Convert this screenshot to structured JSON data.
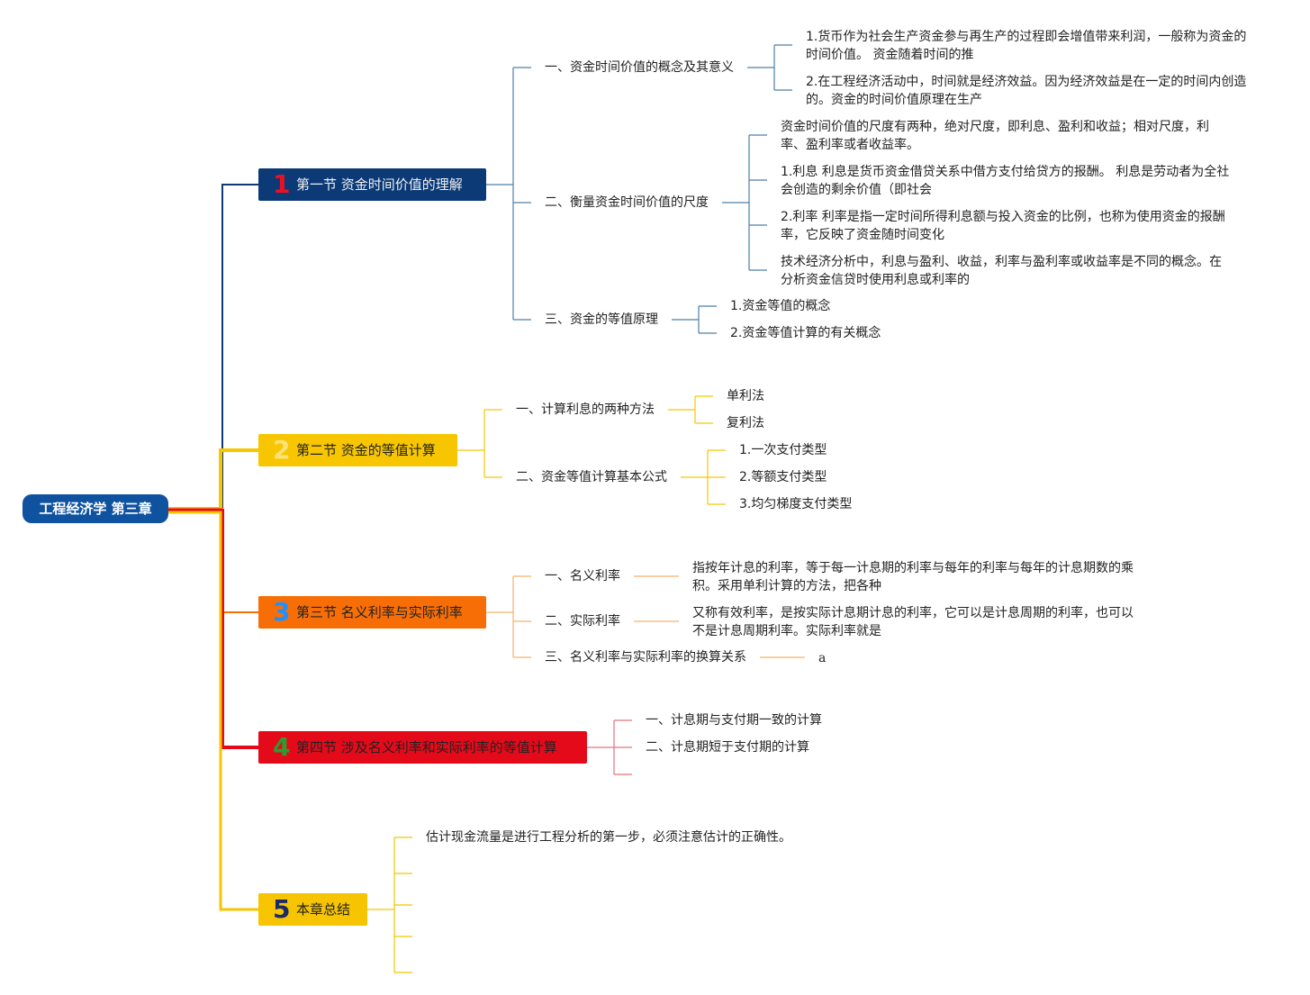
{
  "root": {
    "label": "工程经济学 第三章"
  },
  "colors": {
    "root": "#0e52a0",
    "s1": "#0b3a77",
    "s2": "#f7c600",
    "s3": "#f86e06",
    "s4": "#e50a1a",
    "s5": "#f6c400",
    "num1": "#e81123",
    "num2": "#fbe278",
    "num3": "#1e90ff",
    "num4": "#2e9a30",
    "num5": "#1b2a6b"
  },
  "sections": [
    {
      "num": "1",
      "label": "第一节 资金时间价值的理解",
      "children": [
        {
          "label": "一、资金时间价值的概念及其意义",
          "children": [
            "1.货币作为社会生产资金参与再生产的过程即会增值带来利润，一般称为资金的时间价值。 资金随着时间的推",
            "2.在工程经济活动中，时间就是经济效益。因为经济效益是在一定的时间内创造的。资金的时间价值原理在生产"
          ]
        },
        {
          "label": "二、衡量资金时间价值的尺度",
          "children": [
            "资金时间价值的尺度有两种，绝对尺度，即利息、盈利和收益；相对尺度，利率、盈利率或者收益率。",
            "1.利息 利息是货币资金借贷关系中借方支付给贷方的报酬。 利息是劳动者为全社会创造的剩余价值（即社会",
            "2.利率 利率是指一定时间所得利息额与投入资金的比例，也称为使用资金的报酬率，它反映了资金随时间变化",
            "技术经济分析中，利息与盈利、收益，利率与盈利率或收益率是不同的概念。在分析资金信贷时使用利息或利率的"
          ]
        },
        {
          "label": "三、资金的等值原理",
          "children": [
            "1.资金等值的概念",
            "2.资金等值计算的有关概念"
          ]
        }
      ]
    },
    {
      "num": "2",
      "label": "第二节 资金的等值计算",
      "children": [
        {
          "label": "一、计算利息的两种方法",
          "children": [
            "单利法",
            "复利法"
          ]
        },
        {
          "label": "二、资金等值计算基本公式",
          "children": [
            "1.一次支付类型",
            "2.等额支付类型",
            "3.均匀梯度支付类型"
          ]
        }
      ]
    },
    {
      "num": "3",
      "label": "第三节 名义利率与实际利率",
      "children": [
        {
          "label": "一、名义利率",
          "children": [
            "指按年计息的利率，等于每一计息期的利率与每年的利率与每年的计息期数的乘积。采用单利计算的方法，把各种"
          ]
        },
        {
          "label": "二、实际利率",
          "children": [
            "又称有效利率，是按实际计息期计息的利率，它可以是计息周期的利率，也可以不是计息周期利率。实际利率就是"
          ]
        },
        {
          "label": "三、名义利率与实际利率的换算关系",
          "children": [
            "a"
          ]
        }
      ]
    },
    {
      "num": "4",
      "label": "第四节 涉及名义利率和实际利率的等值计算",
      "children": [
        {
          "label": "一、计息期与支付期一致的计算"
        },
        {
          "label": "二、计息期短于支付期的计算"
        }
      ]
    },
    {
      "num": "5",
      "label": "本章总结",
      "children": [
        {
          "label": "估计现金流量是进行工程分析的第一步，必须注意估计的正确性。"
        }
      ]
    }
  ]
}
